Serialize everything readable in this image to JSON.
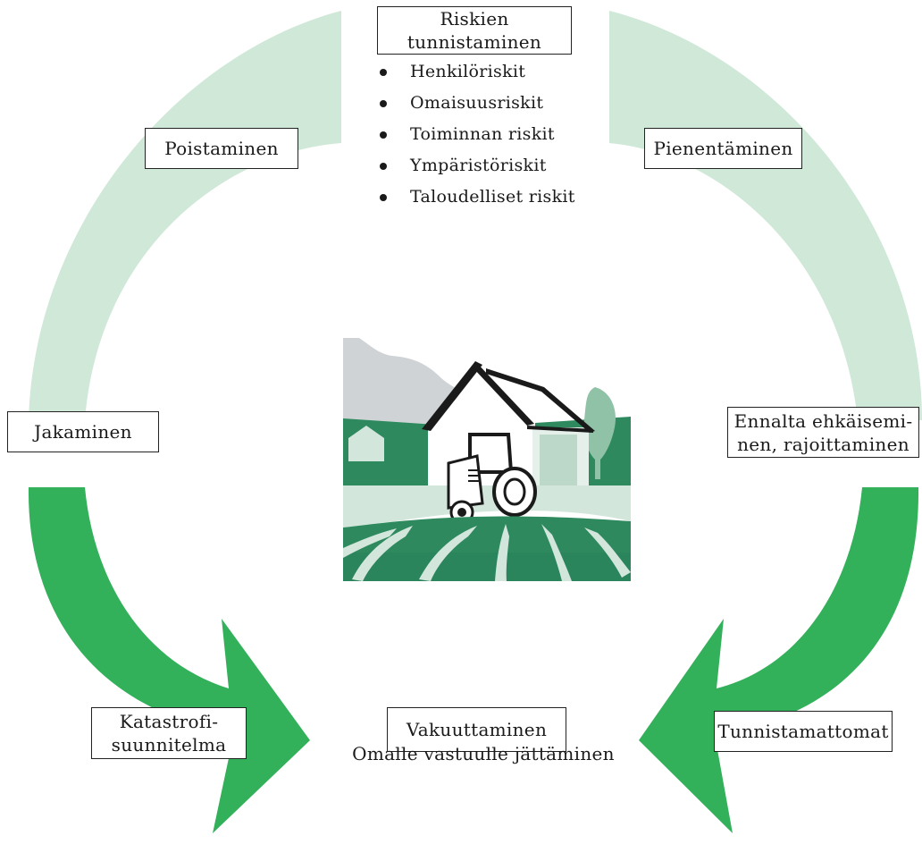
{
  "diagram": {
    "top_box": [
      "Riskien",
      "tunnistaminen"
    ],
    "risk_types": [
      "Henkilöriskit",
      "Omaisuusriskit",
      "Toiminnan riskit",
      "Ympäristöriskit",
      "Taloudelliset riskit"
    ],
    "left_upper_label": "Poistaminen",
    "right_upper_label": "Pienentäminen",
    "left_middle_label": "Jakaminen",
    "right_middle_label": [
      "Ennalta ehkäisemi-",
      "nen, rajoittaminen"
    ],
    "left_lower_label": [
      "Katastrofi-",
      "suunnitelma"
    ],
    "right_lower_label": "Tunnistamattomat",
    "center_box": "Vakuuttaminen",
    "center_text": "Omalle vastuulle jättäminen",
    "colors": {
      "light_arrow": "#cfe8d8",
      "dark_arrow": "#33b05a",
      "farm_dark": "#2e8a5e",
      "farm_light": "#d3e6dc",
      "farm_sky": "#cfd3d6"
    }
  }
}
